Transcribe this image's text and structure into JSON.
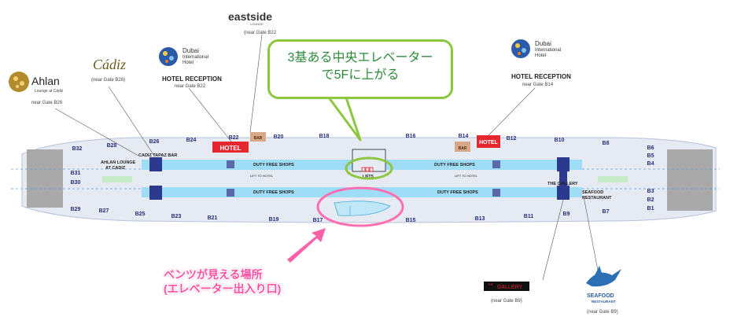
{
  "callout": {
    "line1": "3基ある中央エレベーター",
    "line2": "で5Fに上がる"
  },
  "note": {
    "line1": "ベンツが見える場所",
    "line2": "(エレベーター出入り口)"
  },
  "pois": {
    "ahlan": {
      "logo": "Ahlan",
      "logo_sub": "Lounge at Cádiz",
      "sub": "near Gate B26"
    },
    "cadiz": {
      "logo": "Cádiz",
      "sub": "(near Gate B26)"
    },
    "dih_left": {
      "logo1": "Dubai",
      "logo2": "International",
      "logo3": "Hotel",
      "title": "HOTEL RECEPTION",
      "sub": "near Gate B22"
    },
    "eastside": {
      "logo": "eastside",
      "logo_sub": "LOUNGE",
      "sub": "(near Gate B22"
    },
    "dih_right": {
      "logo1": "Dubai",
      "logo2": "International",
      "logo3": "Hotel",
      "title": "HOTEL RECEPTION",
      "sub": "near Gate B14"
    },
    "gallery": {
      "logo": "GALLERY",
      "logo_pre": "THE",
      "sub": "(near Gate B9)"
    },
    "seafood": {
      "logo": "SEAFOOD",
      "logo_sub": "RESTAURANT",
      "sub": "(near Gate B9)"
    }
  },
  "gates": {
    "top": [
      "B32",
      "B28",
      "B26",
      "B24",
      "B22",
      "B20",
      "B18",
      "B16",
      "B14",
      "B12",
      "B10",
      "B8"
    ],
    "bottom": [
      "B29",
      "B27",
      "B25",
      "B23",
      "B21",
      "B19",
      "B17",
      "B15",
      "B13",
      "B11",
      "B9",
      "B7"
    ],
    "left": [
      "B31",
      "B30"
    ],
    "right": [
      "B6",
      "B5",
      "B4",
      "B3",
      "B2",
      "B1"
    ]
  },
  "labels": {
    "hotel": "HOTEL",
    "bar": "BAR",
    "cadiz_tapaz_bar": "CADIZ TAPAZ BAR",
    "ahlan_lounge_1": "AHLAN LOUNGE",
    "ahlan_lounge_2": "AT CADIZ",
    "duty_free_shops": "DUTY FREE SHOPS",
    "lift_to_hotel": "LIFT TO HOTEL",
    "lifts": "LIFTS",
    "the_gallery": "THE GALLERY",
    "seafood_1": "SEAFOOD",
    "seafood_2": "RESTAURANT"
  },
  "colors": {
    "concourse": "#e6eaf3",
    "corridor": "#9fdcf5",
    "navy": "#2b3a8e",
    "hotel_red": "#e5262f",
    "bar_tan": "#d7a98a",
    "green_callout": "#8dc63f",
    "green_text": "#2f8a3b",
    "pink": "#ff4fa3",
    "gate_blue": "#25307a"
  }
}
